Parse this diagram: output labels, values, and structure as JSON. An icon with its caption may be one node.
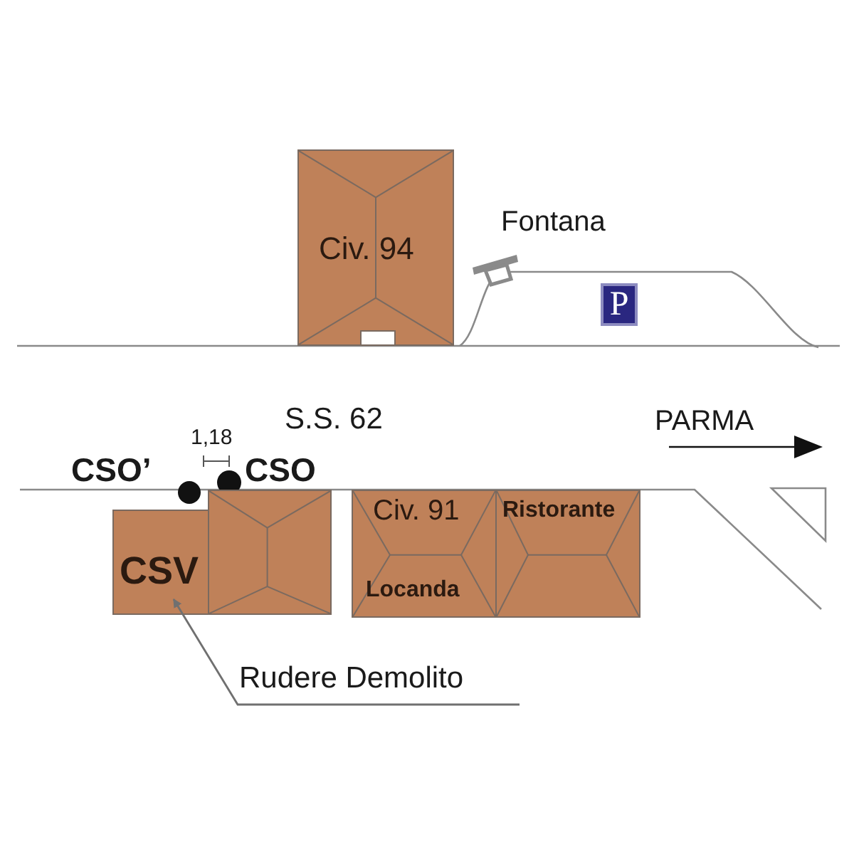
{
  "diagram": {
    "nodes": [
      {
        "text": [
          "Civ. 94"
        ]
      },
      {
        "text": [
          "CSV"
        ]
      },
      {
        "text": [],
        "shape": "box"
      },
      {
        "text": [
          "Civ. 91",
          "Locanda"
        ]
      },
      {
        "text": [
          "Ristorante"
        ]
      },
      {
        "text": [
          "Rudere Demolito"
        ]
      }
    ],
    "edges": [
      {
        "from": 5,
        "to": 1,
        "arrow": "to",
        "color": "#707070"
      }
    ],
    "labels": [
      "Fontana",
      "P",
      "S.S. 62",
      "1,18",
      "CSO’",
      "CSO",
      "PARMA"
    ]
  }
}
